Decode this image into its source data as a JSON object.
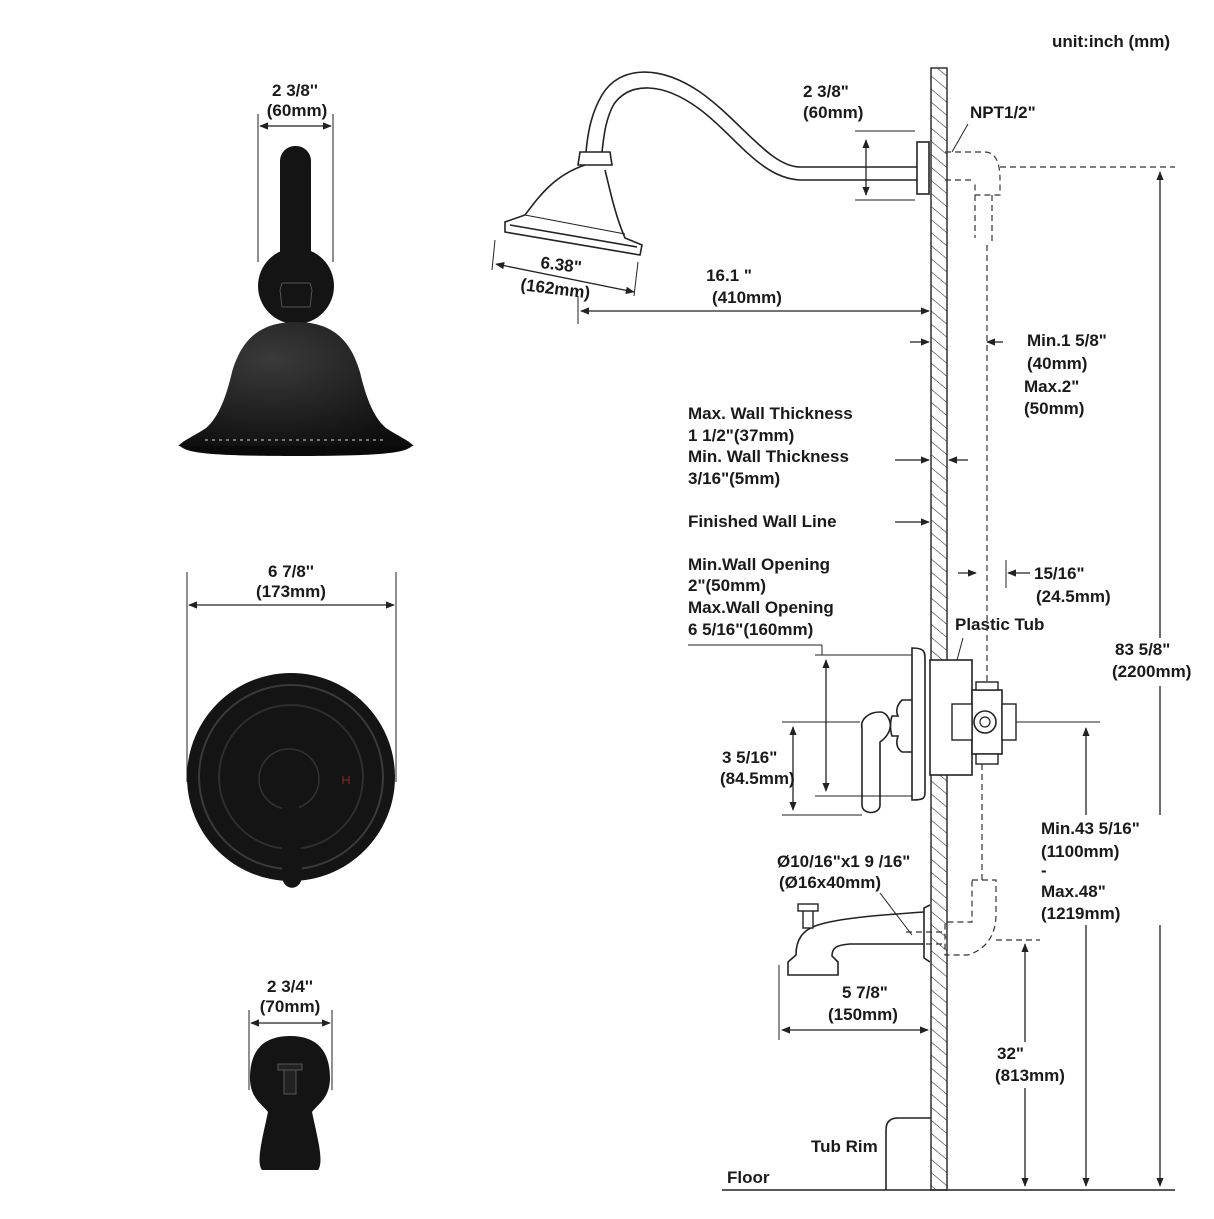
{
  "unit_note": "unit:inch (mm)",
  "showerhead_front": {
    "width": "2 3/8''",
    "width_mm": "(60mm)"
  },
  "trim_front": {
    "width": "6 7/8''",
    "width_mm": "(173mm)"
  },
  "spout_front": {
    "width": "2 3/4''",
    "width_mm": "(70mm)"
  },
  "side_view": {
    "arm_offset": "2 3/8\"",
    "arm_offset_mm": "(60mm)",
    "thread": "NPT1/2\"",
    "head_diameter": "6.38\"",
    "head_diameter_mm": "(162mm)",
    "arm_reach": "16.1 \"",
    "arm_reach_mm": "(410mm)",
    "depth_min": "Min.1 5/8\"",
    "depth_min_mm": "(40mm)",
    "depth_max": "Max.2\"",
    "depth_max_mm": "(50mm)",
    "wall_max": "Max. Wall Thickness",
    "wall_max_val": "1 1/2\"(37mm)",
    "wall_min": "Min. Wall Thickness",
    "wall_min_val": "3/16\"(5mm)",
    "finished_wall": "Finished Wall Line",
    "opening_min": "Min.Wall Opening",
    "opening_min_val": "2\"(50mm)",
    "opening_max": "Max.Wall Opening",
    "opening_max_val": "6 5/16\"(160mm)",
    "valve_depth": "15/16\"",
    "valve_depth_mm": "(24.5mm)",
    "plastic_tub": "Plastic Tub",
    "total_height": "83 5/8\"",
    "total_height_mm": "(2200mm)",
    "handle_offset": "3 5/16\"",
    "handle_offset_mm": "(84.5mm)",
    "valve_height_min": "Min.43 5/16\"",
    "valve_height_min_mm": "(1100mm)",
    "valve_height_sep": "-",
    "valve_height_max": "Max.48\"",
    "valve_height_max_mm": "(1219mm)",
    "spout_pipe": "Ø10/16\"x1 9 /16\"",
    "spout_pipe_mm": "(Ø16x40mm)",
    "spout_reach": "5 7/8\"",
    "spout_reach_mm": "(150mm)",
    "spout_height": "32\"",
    "spout_height_mm": "(813mm)",
    "tub_rim": "Tub Rim",
    "floor": "Floor"
  },
  "colors": {
    "ink": "#1a1a1a",
    "matte_black": "#141414",
    "background": "#ffffff"
  }
}
